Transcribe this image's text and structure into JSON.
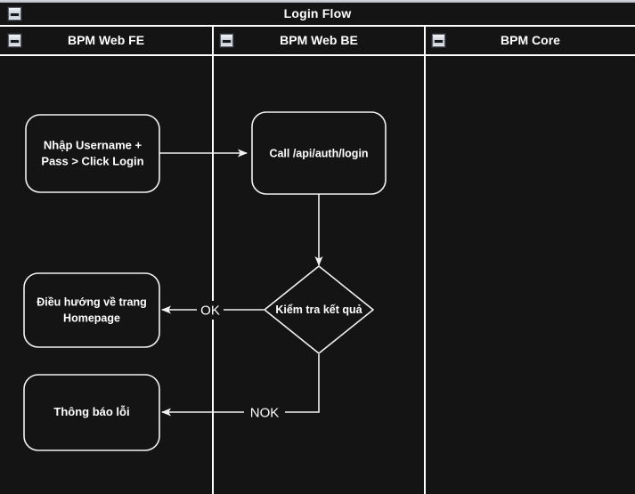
{
  "pool": {
    "title": "Login Flow",
    "collapse_icon": "minimize-icon"
  },
  "lanes": [
    {
      "id": "fe",
      "label": "BPM Web FE",
      "collapse_icon": "minimize-icon"
    },
    {
      "id": "be",
      "label": "BPM Web BE",
      "collapse_icon": "minimize-icon"
    },
    {
      "id": "core",
      "label": "BPM Core",
      "collapse_icon": "minimize-icon"
    }
  ],
  "nodes": [
    {
      "id": "n1",
      "lane": "fe",
      "type": "task",
      "label_line1": "Nhập Username +",
      "label_line2": "Pass > Click Login"
    },
    {
      "id": "n2",
      "lane": "be",
      "type": "task",
      "label_line1": "Call /api/auth/login",
      "label_line2": ""
    },
    {
      "id": "n3",
      "lane": "be",
      "type": "gateway",
      "label_line1": "Kiểm tra kết quả",
      "label_line2": ""
    },
    {
      "id": "n4",
      "lane": "fe",
      "type": "task",
      "label_line1": "Điều hướng về trang",
      "label_line2": "Homepage"
    },
    {
      "id": "n5",
      "lane": "fe",
      "type": "task",
      "label_line1": "Thông báo lỗi",
      "label_line2": ""
    }
  ],
  "edges": [
    {
      "id": "e1",
      "from": "n1",
      "to": "n2",
      "label": ""
    },
    {
      "id": "e2",
      "from": "n2",
      "to": "n3",
      "label": ""
    },
    {
      "id": "e3",
      "from": "n3",
      "to": "n4",
      "label": "OK"
    },
    {
      "id": "e4",
      "from": "n3",
      "to": "n5",
      "label": "NOK"
    }
  ],
  "colors": {
    "canvas": "#141414",
    "stroke": "#f2f2f2",
    "text": "#ffffff",
    "chrome": "#d8dce1"
  }
}
